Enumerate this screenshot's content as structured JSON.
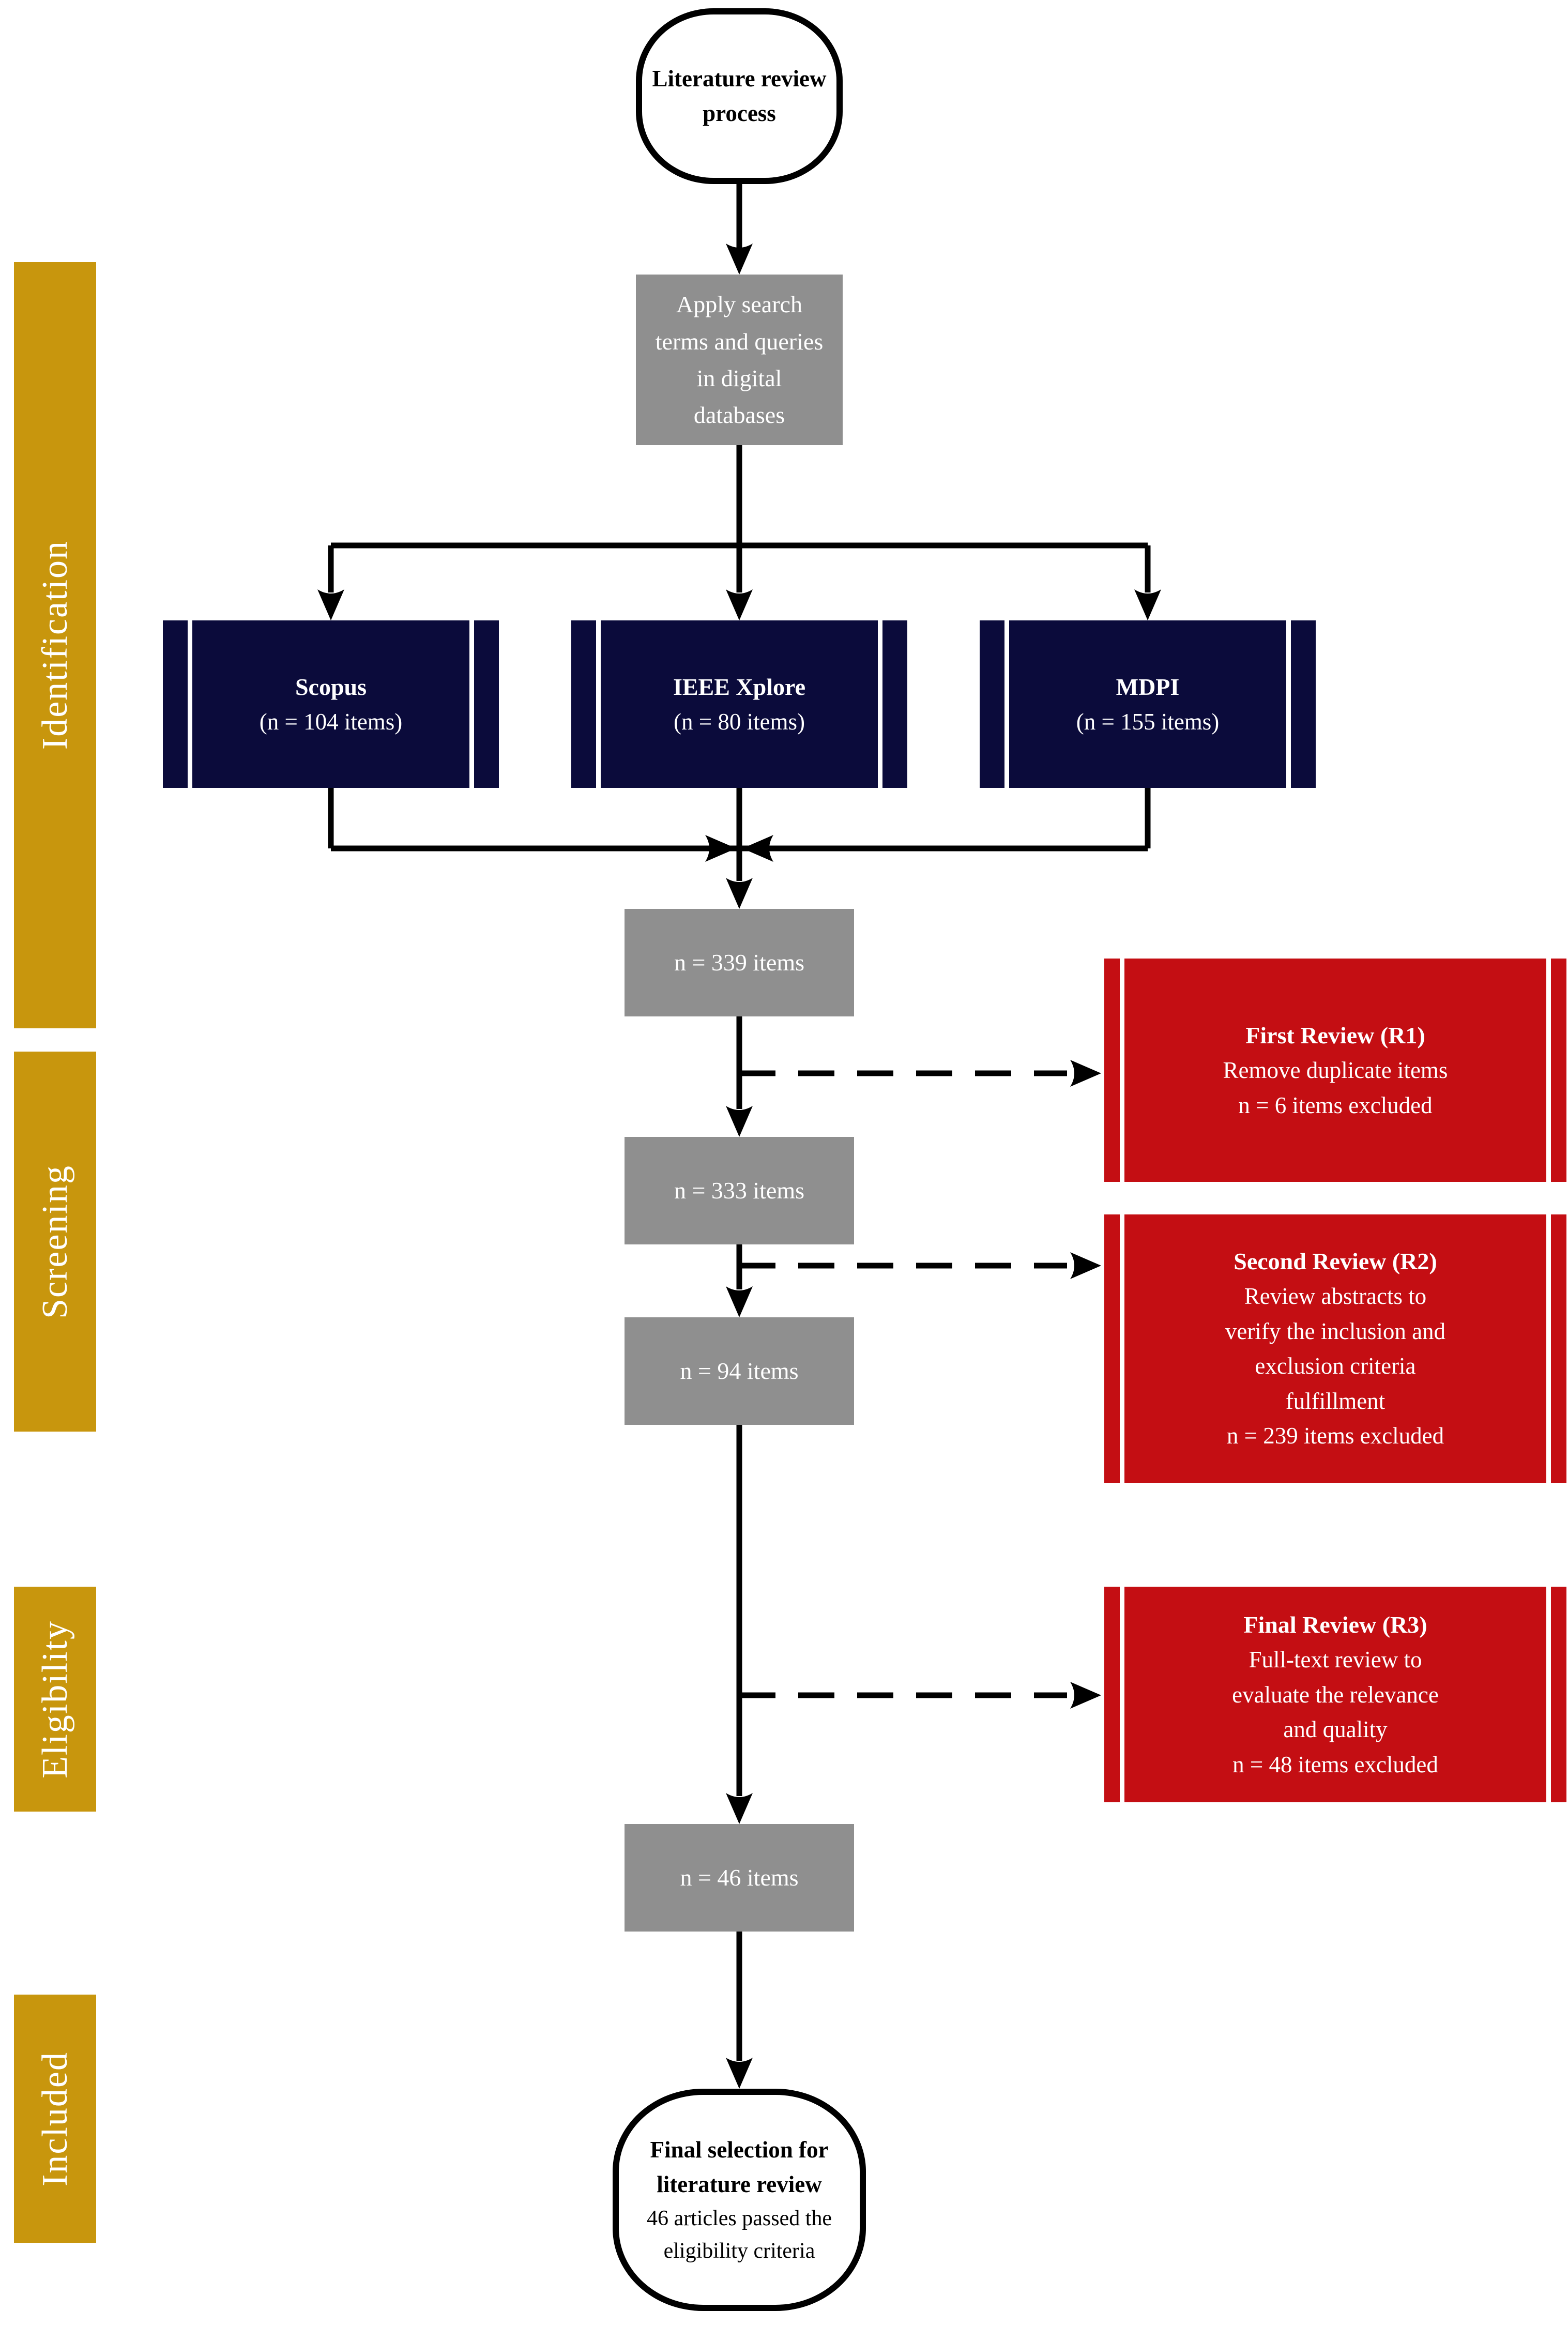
{
  "palette": {
    "stage_gold": "#c8960d",
    "source_navy": "#0b0b3b",
    "review_red": "#c40e13",
    "count_gray": "#8f8f8f",
    "line_black": "#000000",
    "text_white": "#ffffff"
  },
  "sidebar": {
    "stages": [
      {
        "label": "Identification"
      },
      {
        "label": "Screening"
      },
      {
        "label": "Eligibility"
      },
      {
        "label": "Included"
      }
    ]
  },
  "start_node": {
    "text": "Literature review\nprocess"
  },
  "apply_node": {
    "text": "Apply search\nterms and queries\nin digital\ndatabases"
  },
  "sources": [
    {
      "name": "Scopus",
      "count": "(n = 104 items)"
    },
    {
      "name": "IEEE Xplore",
      "count": "(n = 80 items)"
    },
    {
      "name": "MDPI",
      "count": "(n = 155 items)"
    }
  ],
  "counts": [
    {
      "text": "n = 339 items"
    },
    {
      "text": "n = 333 items"
    },
    {
      "text": "n = 94 items"
    },
    {
      "text": "n = 46 items"
    }
  ],
  "reviews": [
    {
      "title": "First Review (R1)",
      "body": "Remove duplicate items\nn = 6 items excluded"
    },
    {
      "title": "Second Review (R2)",
      "body": "Review abstracts to\nverify the inclusion and\nexclusion criteria\nfulfillment\nn = 239 items excluded"
    },
    {
      "title": "Final Review (R3)",
      "body": "Full-text review to\nevaluate the relevance\nand quality\nn = 48 items excluded"
    }
  ],
  "end_node": {
    "title": "Final selection for\nliterature review",
    "body": "46 articles passed the\neligibility criteria"
  }
}
